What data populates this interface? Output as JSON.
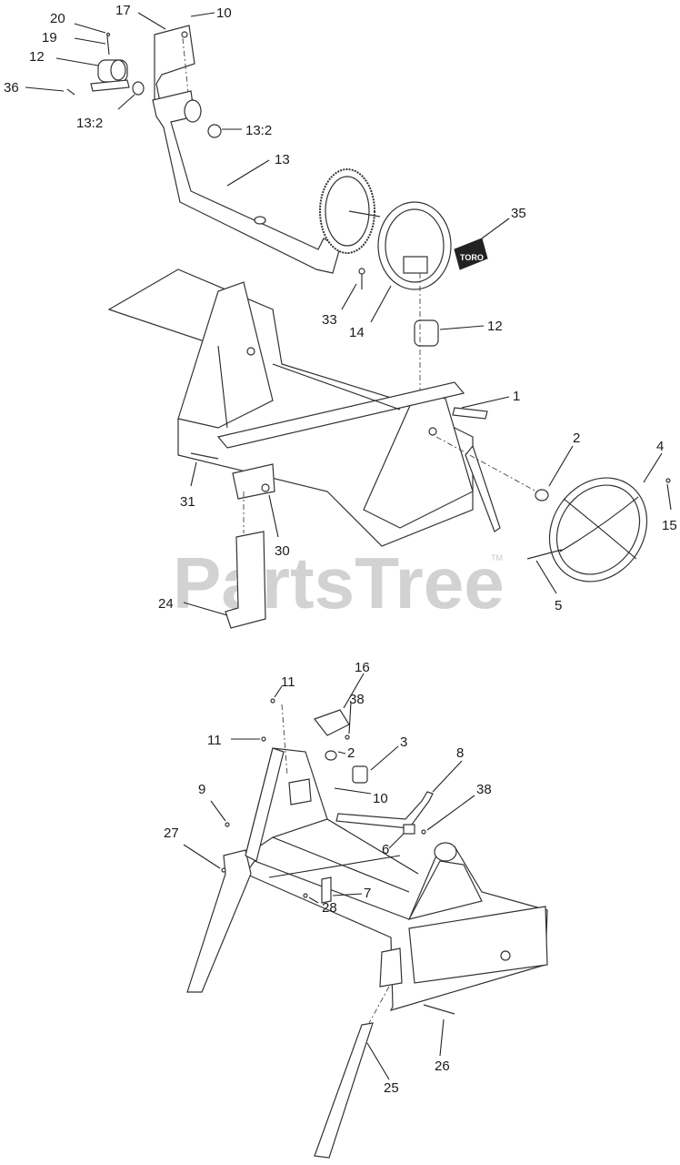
{
  "watermark": {
    "text": "PartsTree",
    "tm": "TM"
  },
  "decal_logo": "TORO",
  "callouts_top": [
    {
      "id": "c-20",
      "text": "20"
    },
    {
      "id": "c-17",
      "text": "17"
    },
    {
      "id": "c-10a",
      "text": "10"
    },
    {
      "id": "c-19",
      "text": "19"
    },
    {
      "id": "c-12a",
      "text": "12"
    },
    {
      "id": "c-36",
      "text": "36"
    },
    {
      "id": "c-13-2a",
      "text": "13:2"
    },
    {
      "id": "c-13-2b",
      "text": "13:2"
    },
    {
      "id": "c-13",
      "text": "13"
    },
    {
      "id": "c-35",
      "text": "35"
    },
    {
      "id": "c-33",
      "text": "33"
    },
    {
      "id": "c-14",
      "text": "14"
    },
    {
      "id": "c-12b",
      "text": "12"
    },
    {
      "id": "c-1",
      "text": "1"
    },
    {
      "id": "c-2a",
      "text": "2"
    },
    {
      "id": "c-4",
      "text": "4"
    },
    {
      "id": "c-15",
      "text": "15"
    },
    {
      "id": "c-31",
      "text": "31"
    },
    {
      "id": "c-30",
      "text": "30"
    },
    {
      "id": "c-24",
      "text": "24"
    },
    {
      "id": "c-5",
      "text": "5"
    }
  ],
  "callouts_bottom": [
    {
      "id": "c-11a",
      "text": "11"
    },
    {
      "id": "c-16",
      "text": "16"
    },
    {
      "id": "c-38a",
      "text": "38"
    },
    {
      "id": "c-11b",
      "text": "11"
    },
    {
      "id": "c-3",
      "text": "3"
    },
    {
      "id": "c-2b",
      "text": "2"
    },
    {
      "id": "c-8",
      "text": "8"
    },
    {
      "id": "c-9",
      "text": "9"
    },
    {
      "id": "c-10b",
      "text": "10"
    },
    {
      "id": "c-38b",
      "text": "38"
    },
    {
      "id": "c-27",
      "text": "27"
    },
    {
      "id": "c-6",
      "text": "6"
    },
    {
      "id": "c-7",
      "text": "7"
    },
    {
      "id": "c-28",
      "text": "28"
    },
    {
      "id": "c-26",
      "text": "26"
    },
    {
      "id": "c-25",
      "text": "25"
    }
  ]
}
